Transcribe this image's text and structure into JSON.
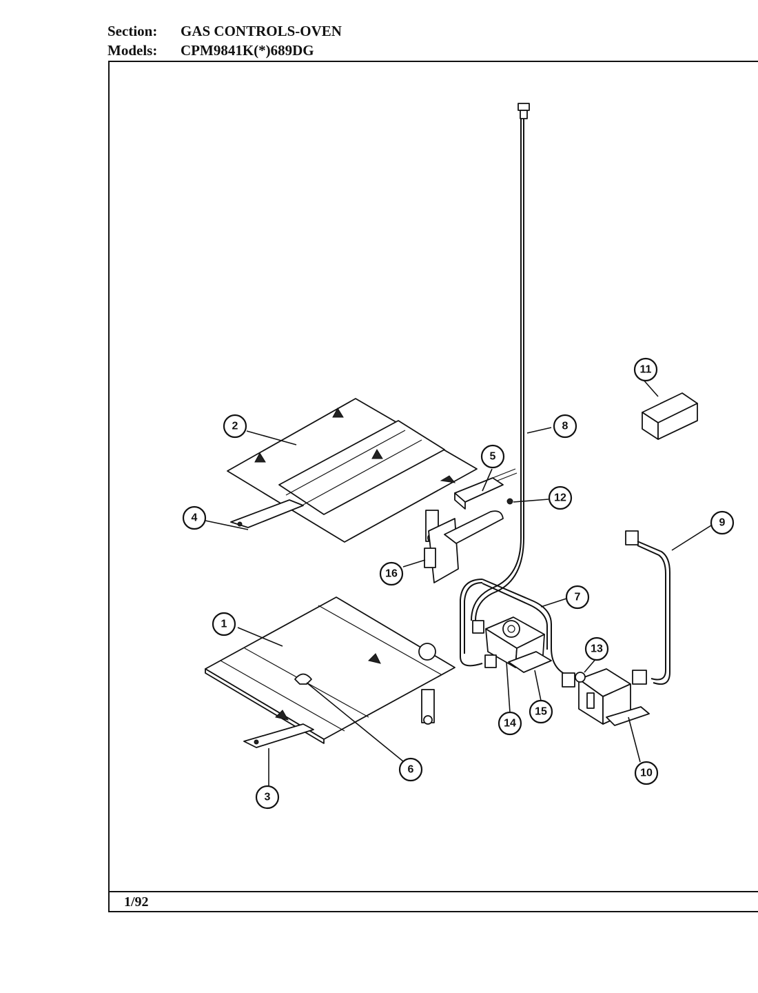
{
  "header": {
    "section_label": "Section:",
    "section_value": "GAS CONTROLS-OVEN",
    "models_label": "Models:",
    "models_value": "CPM9841K(*)689DG"
  },
  "footer": {
    "date": "1/92"
  },
  "callouts": [
    "1",
    "2",
    "3",
    "4",
    "5",
    "6",
    "7",
    "8",
    "9",
    "10",
    "11",
    "12",
    "13",
    "14",
    "15",
    "16"
  ]
}
